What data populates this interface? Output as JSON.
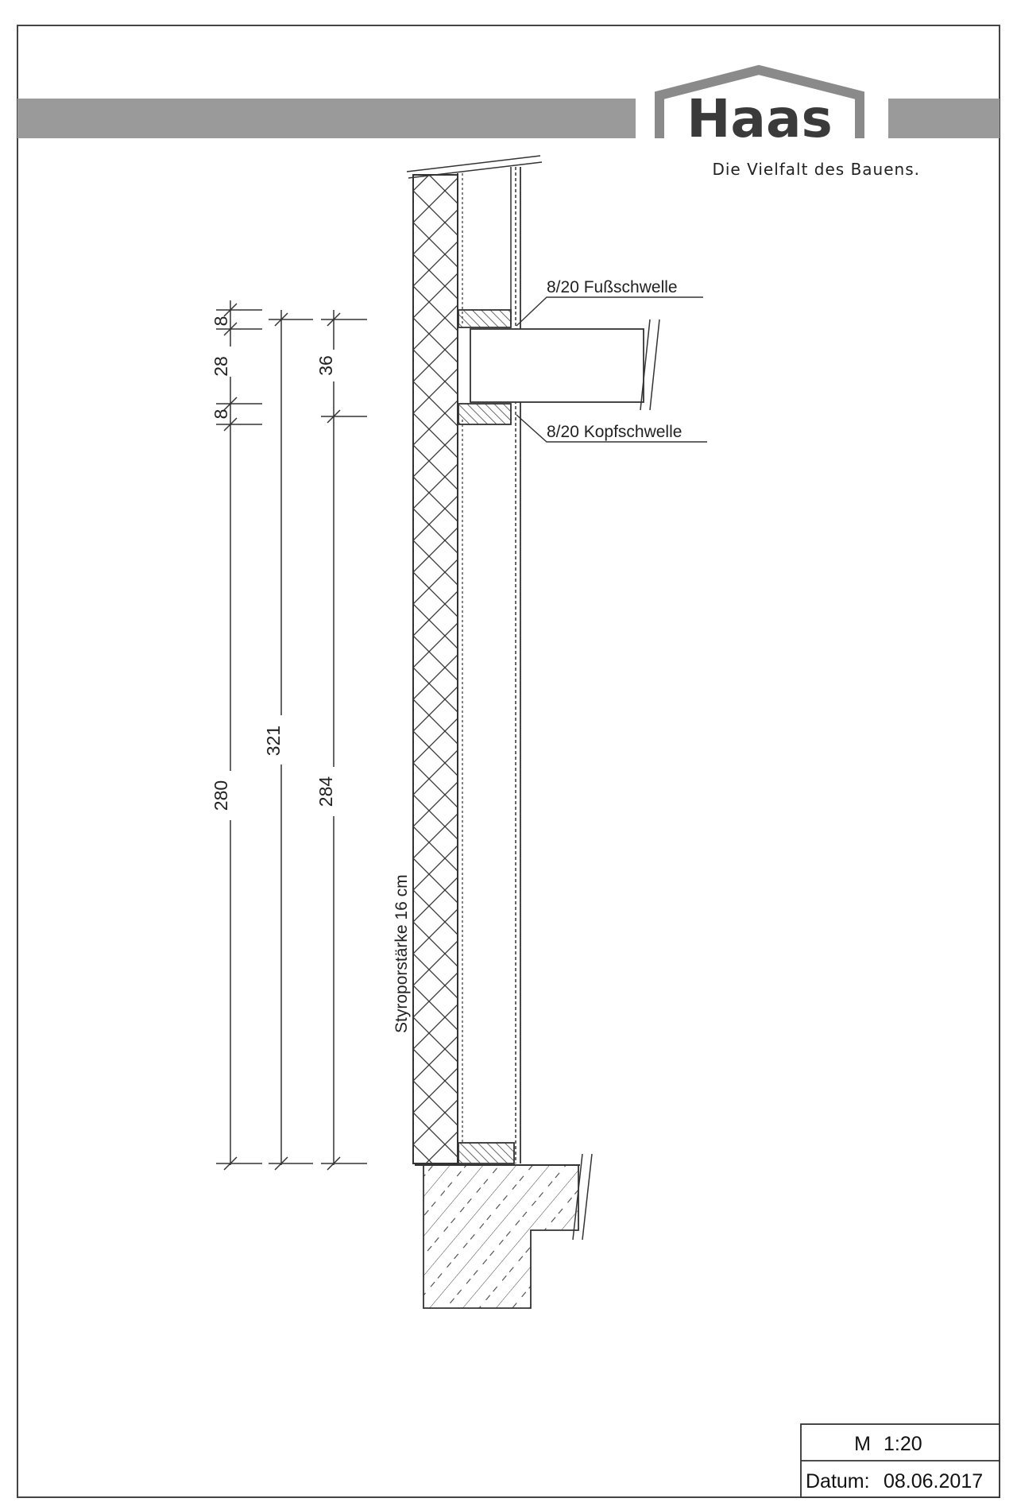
{
  "brand": {
    "logo_text": "Haas",
    "tagline": "Die Vielfalt des Bauens."
  },
  "labels": {
    "fussschwelle": "8/20 Fußschwelle",
    "kopfschwelle": "8/20 Kopfschwelle",
    "styropor": "Styroporstärke 16 cm"
  },
  "dimensions": {
    "chain_left": [
      "8",
      "28",
      "8",
      "280"
    ],
    "overall_321": "321",
    "chain_right": [
      "36",
      "284"
    ]
  },
  "title_block": {
    "scale_label": "M",
    "scale_value": "1:20",
    "date_label": "Datum:",
    "date_value": "08.06.2017"
  },
  "colors": {
    "banner_gray": "#9a9a9a",
    "line": "#333333",
    "logo_gray": "#3a3a3a"
  }
}
